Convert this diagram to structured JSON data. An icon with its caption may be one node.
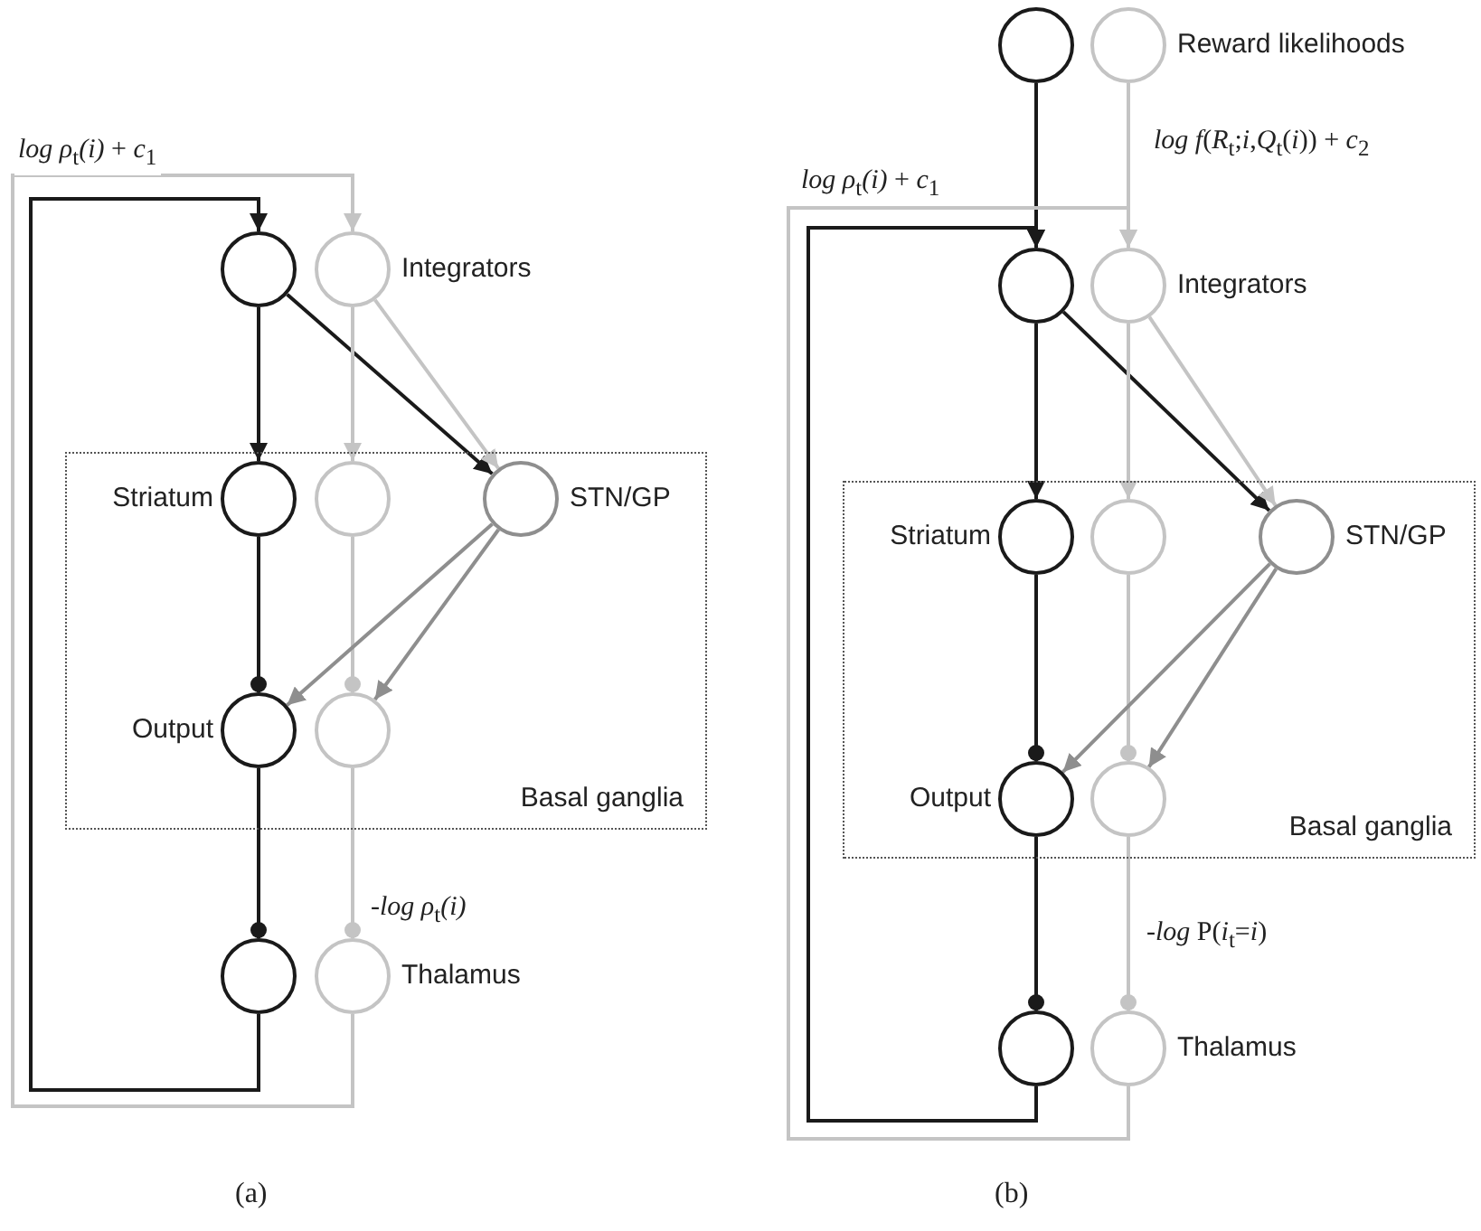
{
  "diagram": {
    "nodes": [
      {
        "text": [],
        "shape": "circle"
      },
      {
        "text": [],
        "shape": "circle",
        "beside": [
          "Integrators"
        ]
      },
      {
        "text": [
          "Basal ganglia"
        ]
      },
      {
        "text": [],
        "shape": "circle",
        "beside": [
          "Striatum"
        ],
        "in": 2
      },
      {
        "text": [],
        "shape": "circle",
        "in": 2
      },
      {
        "text": [],
        "shape": "circle",
        "beside": [
          "STN/GP"
        ],
        "in": 2
      },
      {
        "text": [],
        "shape": "circle",
        "beside": [
          "Output"
        ],
        "in": 2
      },
      {
        "text": [],
        "shape": "circle",
        "in": 2
      },
      {
        "text": [],
        "shape": "circle"
      },
      {
        "text": [],
        "shape": "circle",
        "beside": [
          "Thalamus"
        ]
      },
      {
        "text": [],
        "shape": "circle"
      },
      {
        "text": [],
        "shape": "circle",
        "beside": [
          "Reward likelihoods"
        ]
      },
      {
        "text": [],
        "shape": "circle"
      },
      {
        "text": [],
        "shape": "circle",
        "beside": [
          "Integrators"
        ]
      },
      {
        "text": [
          "Basal ganglia"
        ]
      },
      {
        "text": [],
        "shape": "circle",
        "beside": [
          "Striatum"
        ],
        "in": 14
      },
      {
        "text": [],
        "shape": "circle",
        "in": 14
      },
      {
        "text": [],
        "shape": "circle",
        "beside": [
          "STN/GP"
        ],
        "in": 14
      },
      {
        "text": [],
        "shape": "circle",
        "beside": [
          "Output"
        ],
        "in": 14
      },
      {
        "text": [],
        "shape": "circle",
        "in": 14
      },
      {
        "text": [],
        "shape": "circle"
      },
      {
        "text": [],
        "shape": "circle",
        "beside": [
          "Thalamus"
        ]
      }
    ],
    "edges": [
      {
        "from": 8,
        "to": 0,
        "arrow": "to"
      },
      {
        "from": 9,
        "to": 1,
        "arrow": "to",
        "color": "#c4c4c4",
        "label": "*log ρ*$_{t}$*(i)* + *c*$_{1}$"
      },
      {
        "from": 0,
        "to": 3,
        "arrow": "to"
      },
      {
        "from": 0,
        "to": 5,
        "arrow": "to"
      },
      {
        "from": 1,
        "to": 4,
        "arrow": "to",
        "color": "#c4c4c4"
      },
      {
        "from": 1,
        "to": 5,
        "arrow": "to",
        "color": "#c4c4c4"
      },
      {
        "from": 3,
        "to": 6,
        "arrow": "other"
      },
      {
        "from": 4,
        "to": 7,
        "arrow": "other",
        "color": "#c4c4c4"
      },
      {
        "from": 5,
        "to": 6,
        "arrow": "to",
        "color": "#8e8e8e"
      },
      {
        "from": 5,
        "to": 7,
        "arrow": "to",
        "color": "#8e8e8e"
      },
      {
        "from": 6,
        "to": 8,
        "arrow": "other"
      },
      {
        "from": 7,
        "to": 9,
        "arrow": "other",
        "color": "#c4c4c4",
        "label": "*-log ρ*$_{t}$*(i)*"
      },
      {
        "from": 10,
        "to": 12,
        "arrow": "to"
      },
      {
        "from": 11,
        "to": 13,
        "arrow": "to",
        "color": "#c4c4c4",
        "label": "*log f*(*R*$_{t}$;*i*,*Q*$_{t}$(*i*)) + *c*$_{2}$"
      },
      {
        "from": 20,
        "to": 12,
        "arrow": "to"
      },
      {
        "from": 21,
        "to": 13,
        "arrow": "to",
        "color": "#c4c4c4",
        "label": "*log ρ*$_{t}$*(i)* + *c*$_{1}$"
      },
      {
        "from": 12,
        "to": 15,
        "arrow": "to"
      },
      {
        "from": 12,
        "to": 17,
        "arrow": "to"
      },
      {
        "from": 13,
        "to": 16,
        "arrow": "to",
        "color": "#c4c4c4"
      },
      {
        "from": 13,
        "to": 17,
        "arrow": "to",
        "color": "#c4c4c4"
      },
      {
        "from": 15,
        "to": 18,
        "arrow": "other"
      },
      {
        "from": 16,
        "to": 19,
        "arrow": "other",
        "color": "#c4c4c4"
      },
      {
        "from": 17,
        "to": 18,
        "arrow": "to",
        "color": "#8e8e8e"
      },
      {
        "from": 17,
        "to": 19,
        "arrow": "to",
        "color": "#8e8e8e"
      },
      {
        "from": 18,
        "to": 20,
        "arrow": "other"
      },
      {
        "from": 19,
        "to": 21,
        "arrow": "other",
        "color": "#c4c4c4",
        "label": "*-log* P(*i*$_{t}$=*i*)"
      }
    ],
    "labels": [
      "(a)",
      "(b)"
    ]
  }
}
